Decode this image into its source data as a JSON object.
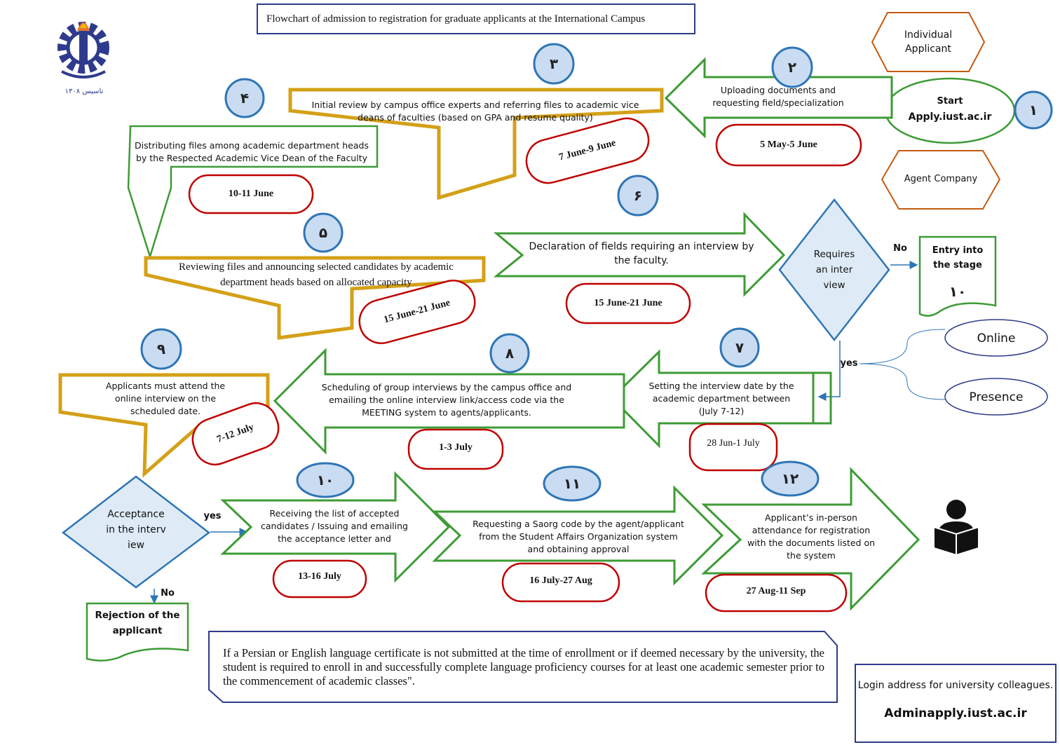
{
  "title": "Flowchart of admission to registration for graduate applicants at the International Campus",
  "logo": {
    "caption": "تاسیس ۱۳۰۸"
  },
  "start": {
    "label": "Start",
    "url": "Apply.iust.ac.ir",
    "step": "۱"
  },
  "applicant_types": {
    "individual": "Individual Applicant",
    "agent": "Agent Company"
  },
  "steps": [
    {
      "num": "۲",
      "text": "Uploading documents and requesting field/specialization",
      "date": "5 May-5 June"
    },
    {
      "num": "۳",
      "text": "Initial review by campus office experts and referring files to academic vice deans of faculties (based on GPA and resume quality)",
      "date": "7 June-9 June"
    },
    {
      "num": "۴",
      "text": "Distributing files among academic department heads by the Respected Academic Vice Dean of the Faculty",
      "date": "10-11 June"
    },
    {
      "num": "۵",
      "text": "Reviewing files and announcing selected candidates by academic department heads based on allocated capacity",
      "date": "15 June-21 June"
    },
    {
      "num": "۶",
      "text": "Declaration of fields requiring an interview by the faculty.",
      "date": "15 June-21 June"
    },
    {
      "num": "۷",
      "text": "Setting the interview date by the academic department between (July 7-12)",
      "date": "28 Jun-1 July"
    },
    {
      "num": "۸",
      "text": "Scheduling of group interviews by the campus office and emailing the online interview link/access code via the MEETING system to agents/applicants.",
      "date": "1-3 July"
    },
    {
      "num": "۹",
      "text": "Applicants must attend the online interview on the scheduled date.",
      "date": "7-12 July"
    },
    {
      "num": "۱۰",
      "text": "Receiving the list of accepted candidates / Issuing and emailing the acceptance letter and",
      "date": "13-16 July"
    },
    {
      "num": "۱۱",
      "text": "Requesting a Saorg code by the agent/applicant from the Student Affairs Organization system and obtaining approval",
      "date": "16 July-27 Aug"
    },
    {
      "num": "۱۲",
      "text": "Applicant’s in-person attendance for registration with the documents listed on the system",
      "date": "27 Aug-11 Sep"
    }
  ],
  "decision_interview": {
    "text": "Requires an interview",
    "no": "No",
    "yes": "yes"
  },
  "entry_stage": {
    "text": "Entry into the stage",
    "num": "۱۰"
  },
  "interview_modes": [
    "Online",
    "Presence"
  ],
  "decision_acceptance": {
    "text": "Acceptance in the interview",
    "yes": "yes",
    "no": "No"
  },
  "rejection": "Rejection of the applicant",
  "language_note": "If a Persian or English language certificate is not submitted at the time of enrollment or if deemed necessary by the university, the student is required to enroll in and successfully complete language proficiency courses for at least one academic semester prior to the commencement of academic classes\".",
  "login": {
    "label": "Login address for university colleagues.",
    "url": "Adminapply.iust.ac.ir"
  },
  "colors": {
    "green": "#3d9b35",
    "gold": "#d4a017",
    "red": "#c00000",
    "blue": "#2e75b6",
    "numFill": "#c9dcf2",
    "diamondFill": "#deebf7",
    "navy": "#2e3b8c",
    "orange": "#c55a11"
  }
}
